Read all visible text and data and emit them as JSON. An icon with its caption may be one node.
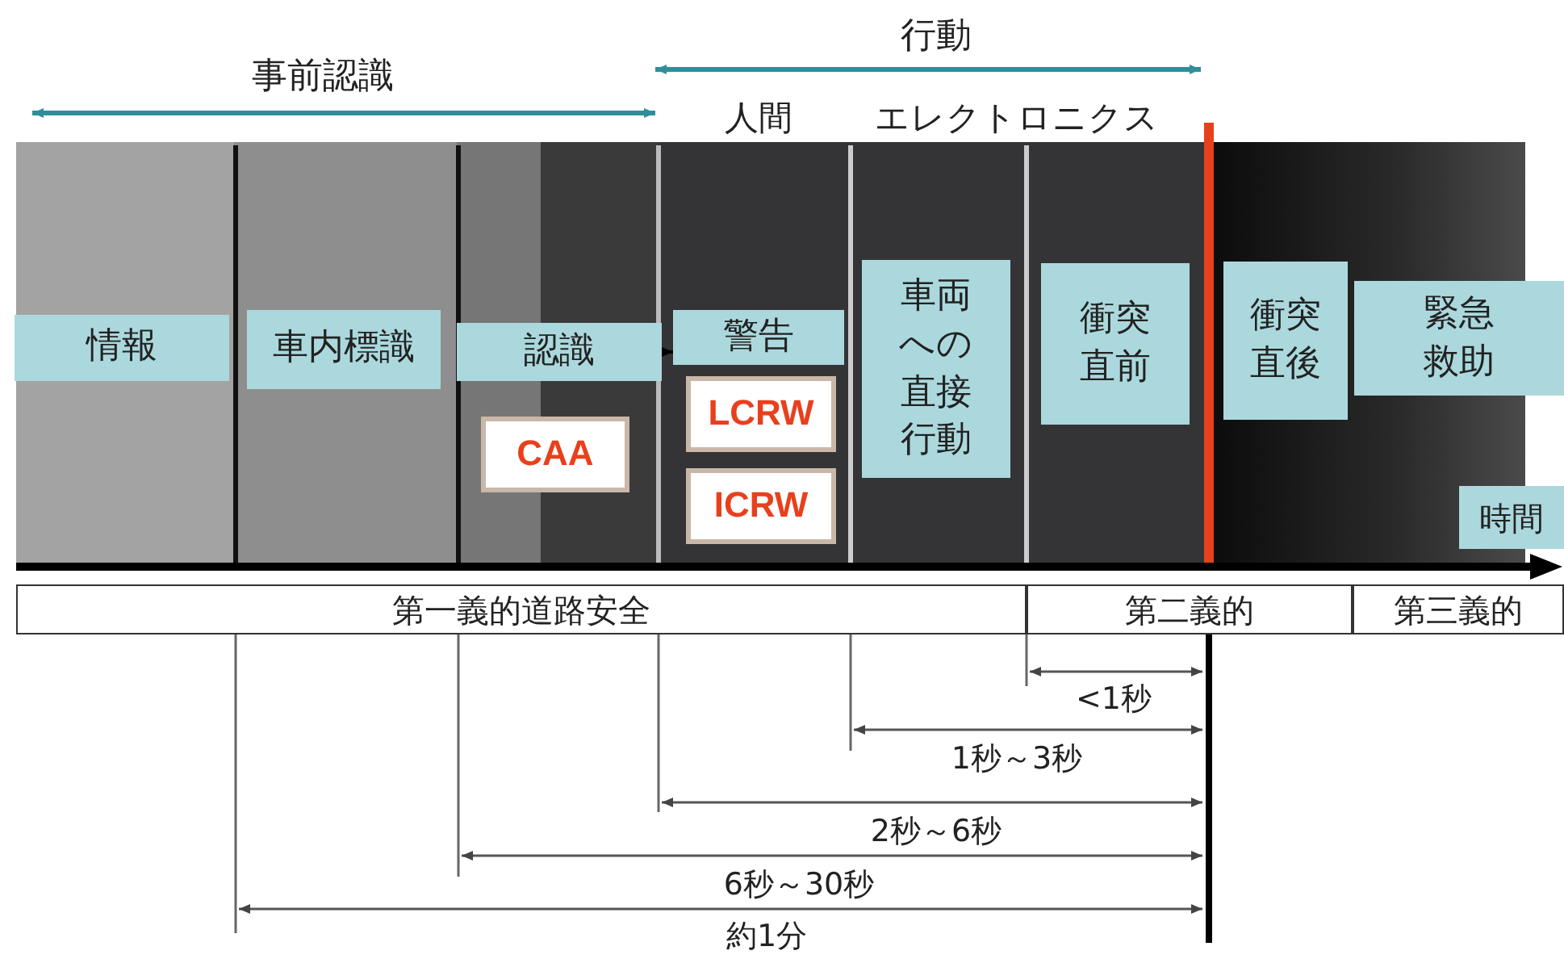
{
  "diagram": {
    "nodes": [
      {
        "text": [
          "情報"
        ]
      },
      {
        "text": [
          "車内標識"
        ]
      },
      {
        "text": [
          "認識"
        ]
      },
      {
        "text": [
          "警告"
        ]
      },
      {
        "text": [
          "車両への直接行動"
        ]
      },
      {
        "text": [
          "衝突直前"
        ]
      },
      {
        "text": [
          "衝突直後"
        ]
      },
      {
        "text": [
          "緊急救助"
        ]
      },
      {
        "text": [
          "CAA"
        ]
      },
      {
        "text": [
          "LCRW"
        ]
      },
      {
        "text": [
          "ICRW"
        ]
      },
      {
        "text": [
          "時間"
        ]
      },
      {
        "text": [
          "第一義的道路安全"
        ]
      },
      {
        "text": [
          "第二義的"
        ]
      },
      {
        "text": [
          "第三義的"
        ]
      }
    ],
    "edges": [
      {
        "from": 2,
        "to": 3,
        "arrow": "to"
      }
    ],
    "labels": [
      "行動",
      "事前認識",
      "人間",
      "エレクトロニクス",
      "<1秒",
      "1秒～3秒",
      "2秒～6秒",
      "6秒～30秒",
      "約1分"
    ]
  }
}
